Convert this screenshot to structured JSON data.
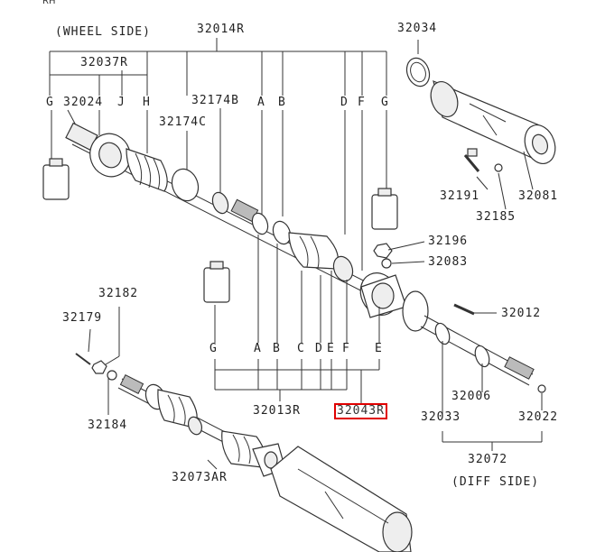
{
  "corner_text": "RH",
  "wheel_side_label": "(WHEEL SIDE)",
  "diff_side_label": "(DIFF SIDE)",
  "parts": {
    "p32014R": "32014R",
    "p32037R": "32037R",
    "p32024": "32024",
    "p32174B": "32174B",
    "p32174C": "32174C",
    "p32034": "32034",
    "p32191": "32191",
    "p32081": "32081",
    "p32185": "32185",
    "p32196": "32196",
    "p32083": "32083",
    "p32182": "32182",
    "p32179": "32179",
    "p32012": "32012",
    "p32184": "32184",
    "p32013R": "32013R",
    "p32043R": "32043R",
    "p32006": "32006",
    "p32033": "32033",
    "p32022": "32022",
    "p32072": "32072",
    "p32073AR": "32073AR"
  },
  "letters_top": [
    "G",
    "J",
    "H",
    "A",
    "B",
    "D",
    "F",
    "G"
  ],
  "letters_bottom": [
    "G",
    "A",
    "B",
    "C",
    "D",
    "E",
    "F",
    "E"
  ],
  "highlight_color": "#e00000"
}
